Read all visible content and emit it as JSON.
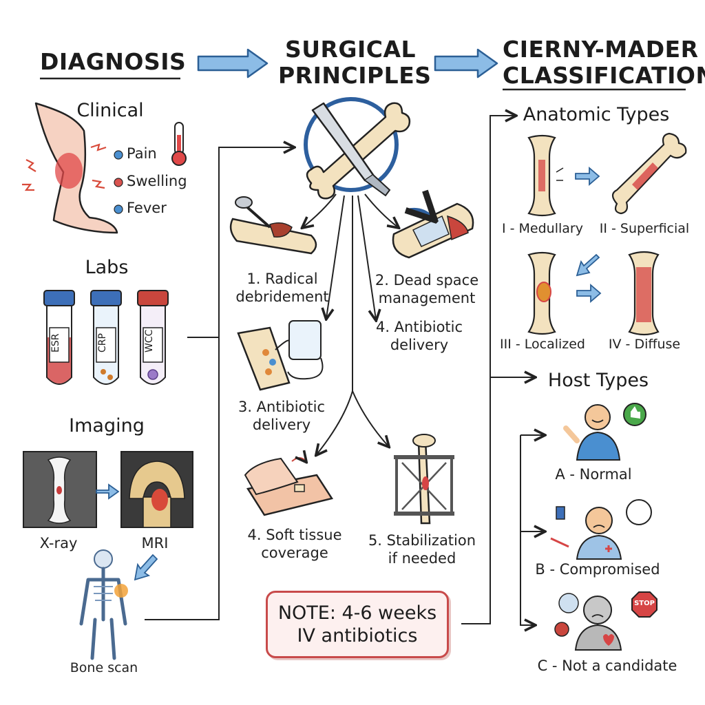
{
  "headers": {
    "diagnosis": "DIAGNOSIS",
    "surgical": [
      "SURGICAL",
      "PRINCIPLES"
    ],
    "classification": [
      "CIERNY-MADER",
      "CLASSIFICATION"
    ]
  },
  "diagnosis": {
    "clinical": {
      "title": "Clinical",
      "symptoms": [
        "Pain",
        "Swelling",
        "Fever"
      ],
      "bullet_colors": [
        "#4a8fd0",
        "#d9534f",
        "#4a8fd0"
      ]
    },
    "labs": {
      "title": "Labs",
      "tubes": [
        {
          "label": "ESR",
          "cap": "#3d6fb8"
        },
        {
          "label": "CRP",
          "cap": "#3d6fb8"
        },
        {
          "label": "WCC",
          "cap": "#c9463d"
        }
      ]
    },
    "imaging": {
      "title": "Imaging",
      "xray": "X-ray",
      "mri": "MRI",
      "bone_scan": "Bone scan"
    }
  },
  "surgical": {
    "steps": {
      "radical": [
        "1. Radical",
        "debridement"
      ],
      "dead_space": [
        "2. Dead space",
        "management"
      ],
      "antibiotic_right": [
        "4. Antibiotic",
        "delivery"
      ],
      "antibiotic_left": [
        "3. Antibiotic",
        "delivery"
      ],
      "soft_tissue": [
        "4. Soft tissue",
        "coverage"
      ],
      "stabilization": [
        "5. Stabilization",
        "if needed"
      ]
    },
    "note": [
      "NOTE: 4-6 weeks",
      "IV antibiotics"
    ]
  },
  "classification": {
    "anatomic": {
      "title": "Anatomic Types",
      "types": [
        "I - Medullary",
        "II - Superficial",
        "III - Localized",
        "IV - Diffuse"
      ]
    },
    "host": {
      "title": "Host Types",
      "types": [
        "A - Normal",
        "B - Compromised",
        "C - Not a candidate"
      ],
      "stop_sign": "STOP"
    }
  },
  "colors": {
    "arrow_blue": "#6aa3d8",
    "bone": "#f3e2bf",
    "infection": "#d64545",
    "note_border": "#c84a4a"
  }
}
